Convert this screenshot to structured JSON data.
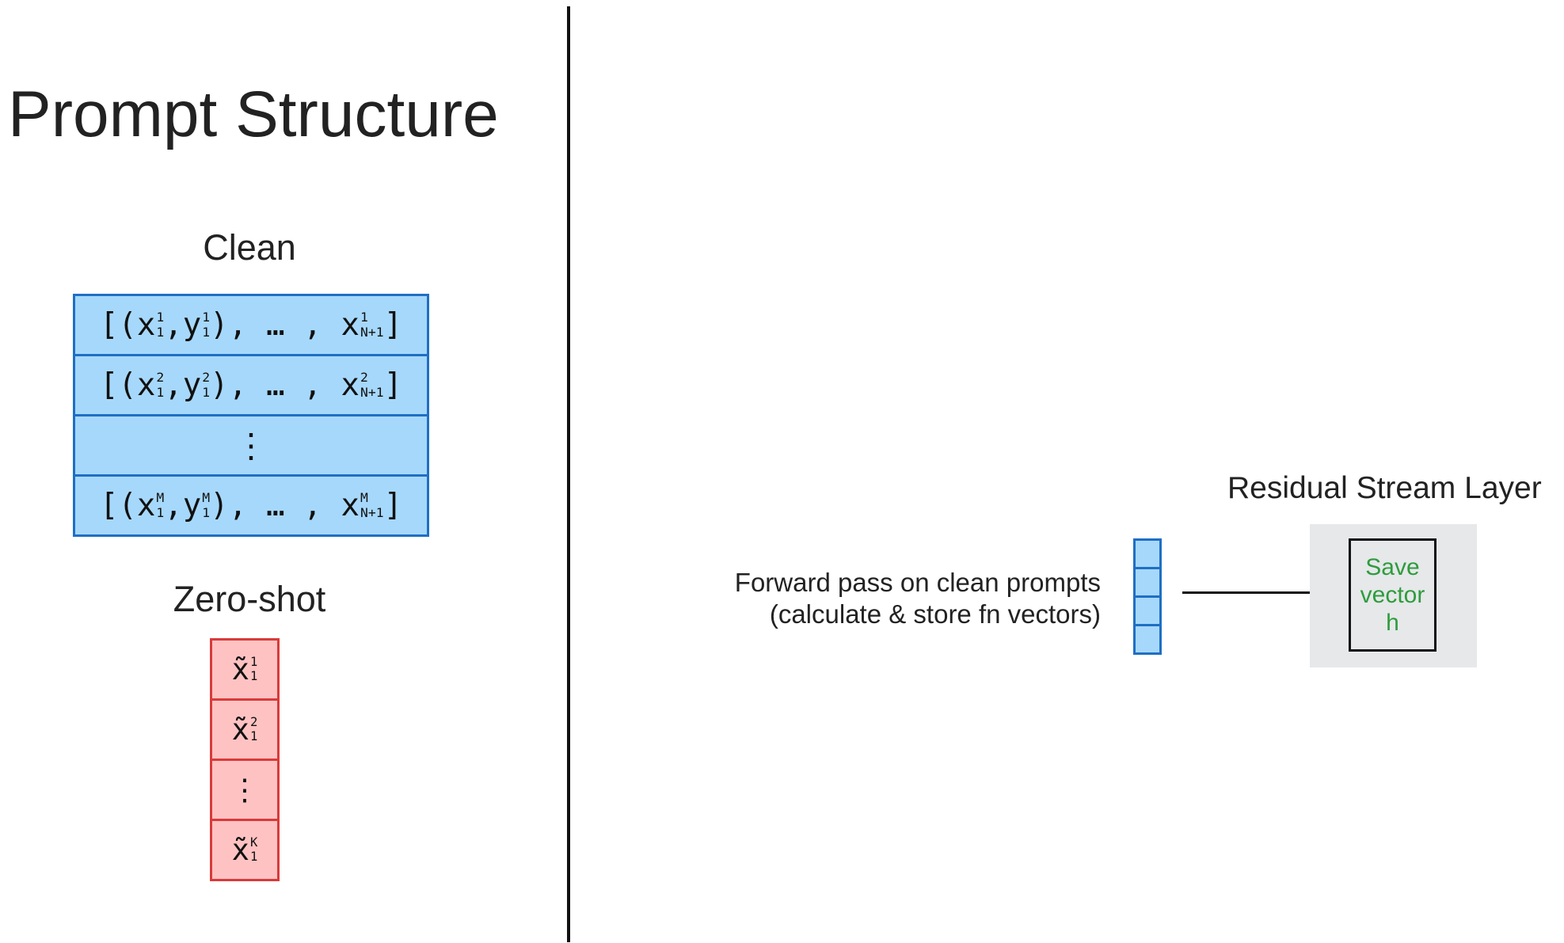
{
  "title": "Prompt Structure",
  "clean": {
    "heading": "Clean",
    "rows": [
      {
        "open": "[(x",
        "sup1": "1",
        "sub1": "1",
        "mid": ",y",
        "sup2": "1",
        "sub2": "1",
        "close": "),",
        "ellipsis": "… ,",
        "last": "x",
        "sup3": "1",
        "sub3": "N+1",
        "end": "]"
      },
      {
        "open": "[(x",
        "sup1": "2",
        "sub1": "1",
        "mid": ",y",
        "sup2": "2",
        "sub2": "1",
        "close": "),",
        "ellipsis": "… ,",
        "last": "x",
        "sup3": "2",
        "sub3": "N+1",
        "end": "]"
      },
      {
        "dots": "⋮"
      },
      {
        "open": "[(x",
        "sup1": "M",
        "sub1": "1",
        "mid": ",y",
        "sup2": "M",
        "sub2": "1",
        "close": "),",
        "ellipsis": "… ,",
        "last": "x",
        "sup3": "M",
        "sub3": "N+1",
        "end": "]"
      }
    ]
  },
  "zero_shot": {
    "heading": "Zero-shot",
    "rows": [
      {
        "base": "x̃",
        "sup": "1",
        "sub": "1"
      },
      {
        "base": "x̃",
        "sup": "2",
        "sub": "1"
      },
      {
        "dots": "⋮"
      },
      {
        "base": "x̃",
        "sup": "K",
        "sub": "1"
      }
    ]
  },
  "forward_pass": {
    "line1": "Forward pass on clean prompts",
    "line2": "(calculate & store fn vectors)"
  },
  "residual": {
    "label": "Residual Stream Layer",
    "save_lines": [
      "Save",
      "vector",
      "h"
    ]
  },
  "colors": {
    "clean_fill": "#a6d8fb",
    "clean_border": "#1f6fc4",
    "zero_fill": "#ffc2c2",
    "zero_border": "#d93a3a",
    "save_text": "#2e9c3c",
    "layer_bg": "#e6e8ea"
  }
}
